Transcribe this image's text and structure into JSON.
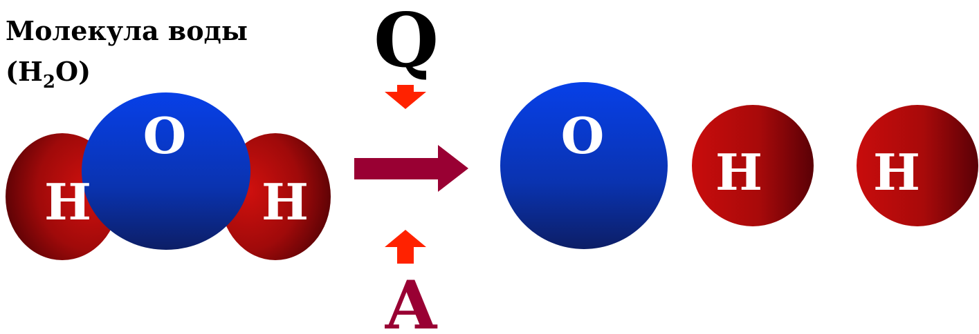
{
  "title": {
    "line1": "Молекула воды",
    "line2_open": "(H",
    "line2_sub": "2",
    "line2_close": "O)"
  },
  "molecule": {
    "oxygen_label": "O",
    "hydrogen_left_label": "H",
    "hydrogen_right_label": "H"
  },
  "reaction": {
    "heat_label": "Q",
    "work_label": "A"
  },
  "products": {
    "oxygen_label": "O",
    "hydrogen_1_label": "H",
    "hydrogen_2_label": "H"
  },
  "colors": {
    "oxygen_light": "#0a3cdc",
    "oxygen_dark": "#0a1f6a",
    "hydrogen_light": "#c80a0a",
    "hydrogen_dark": "#5a0005",
    "reaction_arrow": "#990033",
    "small_arrows": "#ff2200",
    "work_label_color": "#990033",
    "text_dark": "#000000",
    "atom_text": "#ffffff"
  }
}
